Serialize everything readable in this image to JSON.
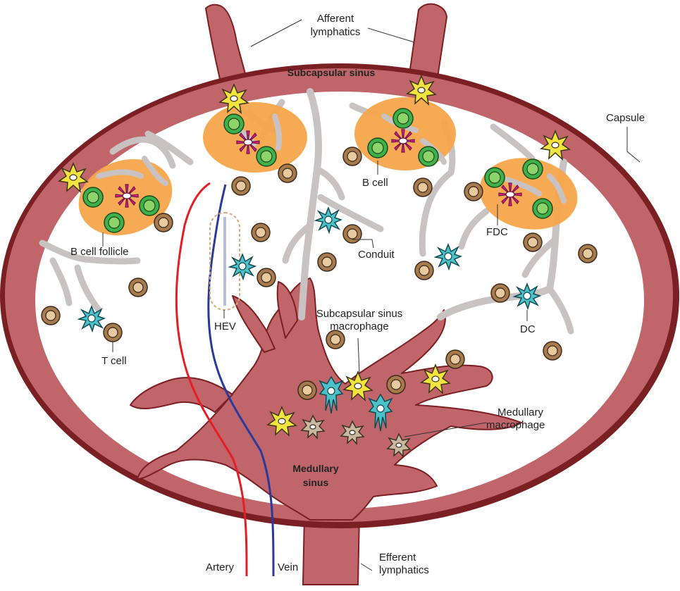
{
  "labels": {
    "afferent_line1": "Afferent",
    "afferent_line2": "lymphatics",
    "subcapsular_sinus": "Subcapsular sinus",
    "capsule": "Capsule",
    "b_cell": "B cell",
    "b_cell_follicle": "B cell follicle",
    "fdc": "FDC",
    "conduit": "Conduit",
    "hev": "HEV",
    "t_cell": "T cell",
    "dc": "DC",
    "scs_macrophage_line1": "Subcapsular sinus",
    "scs_macrophage_line2": "macrophage",
    "medullary_macrophage_line1": "Medullary",
    "medullary_macrophage_line2": "macrophage",
    "medullary_sinus_line1": "Medullary",
    "medullary_sinus_line2": "sinus",
    "efferent_line1": "Efferent",
    "efferent_line2": "lymphatics",
    "artery": "Artery",
    "vein": "Vein"
  },
  "colors": {
    "sinus": "#c0666b",
    "sinus_edge": "#7a1f22",
    "follicle": "#f6a64a",
    "conduit": "#c9c2c2",
    "b_cell": "#3fb04a",
    "t_cell": "#a77a4d",
    "dc": "#4dc1c9",
    "scs_macrophage": "#f2e440",
    "medullary_macrophage": "#c9b8a0",
    "fdc": "#e0218a",
    "artery": "#e51d24",
    "vein": "#2a3a9a",
    "hev": "#d7a875"
  }
}
